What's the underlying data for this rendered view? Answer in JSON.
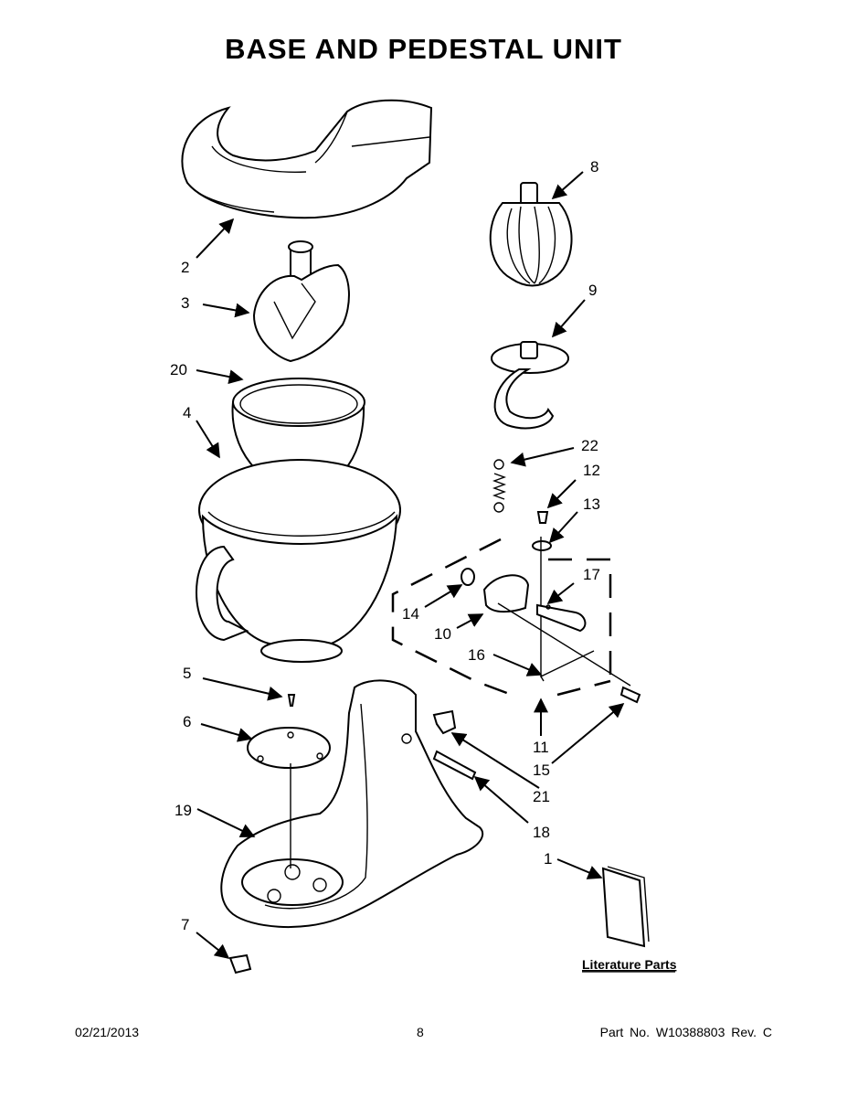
{
  "title": "BASE AND PEDESTAL UNIT",
  "callouts": {
    "c1": "1",
    "c2": "2",
    "c3": "3",
    "c4": "4",
    "c5": "5",
    "c6": "6",
    "c7": "7",
    "c8": "8",
    "c9": "9",
    "c10": "10",
    "c11": "11",
    "c12": "12",
    "c13": "13",
    "c14": "14",
    "c15": "15",
    "c16": "16",
    "c17": "17",
    "c18": "18",
    "c19": "19",
    "c20": "20",
    "c21": "21",
    "c22": "22"
  },
  "literature_label": "Literature Parts",
  "footer": {
    "date": "02/21/2013",
    "page": "8",
    "part_no": "Part No. W10388803 Rev. C"
  }
}
